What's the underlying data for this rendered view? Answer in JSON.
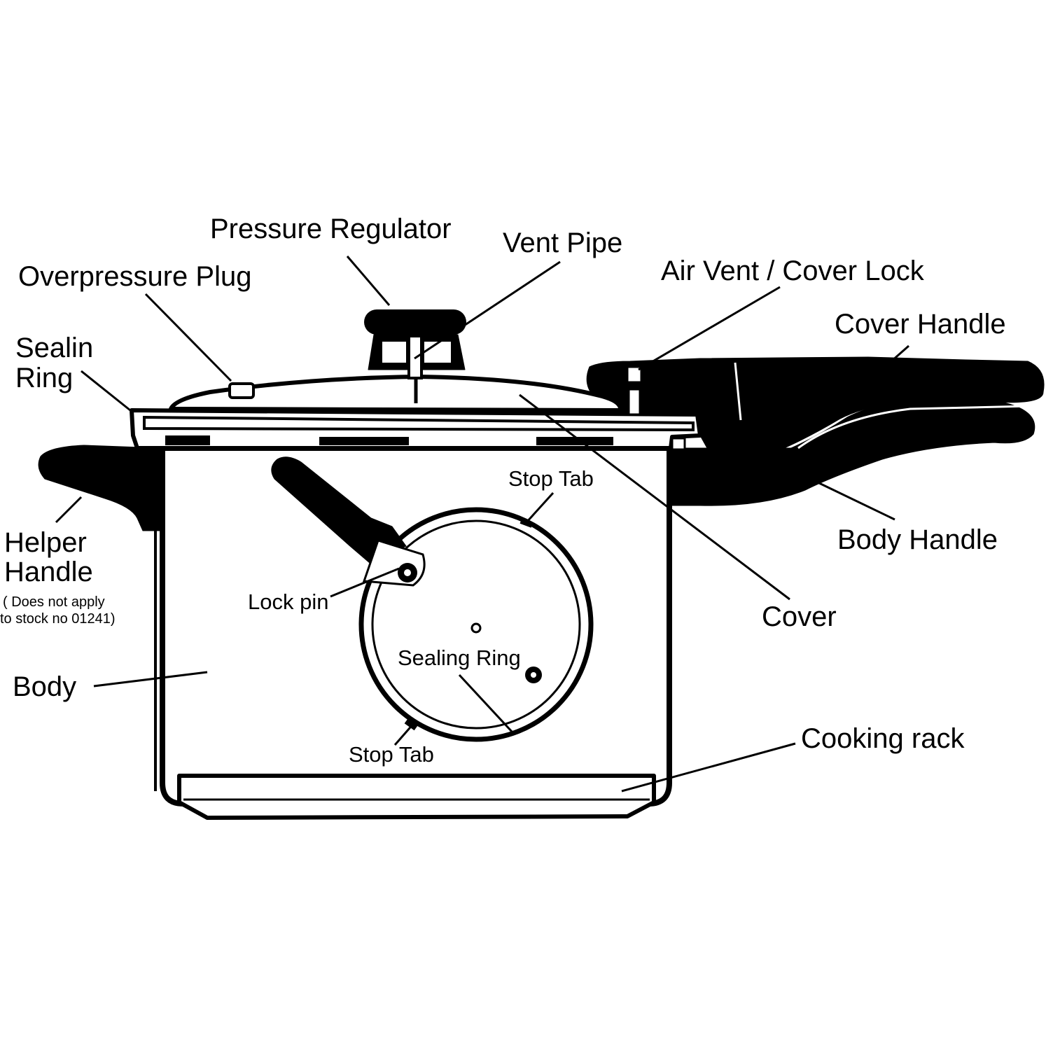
{
  "labels": {
    "pressure_regulator": "Pressure Regulator",
    "vent_pipe": "Vent Pipe",
    "overpressure_plug": "Overpressure Plug",
    "air_vent_cover_lock": "Air Vent / Cover Lock",
    "cover_handle": "Cover Handle",
    "sealing_ring_top_line1": "Sealin",
    "sealing_ring_top_line2": "Ring",
    "helper_handle_line1": "Helper",
    "helper_handle_line2": "Handle",
    "helper_note_line1": "( Does not apply",
    "helper_note_line2": "to stock no 01241)",
    "stop_tab_top": "Stop Tab",
    "lock_pin": "Lock pin",
    "sealing_ring_inner": "Sealing Ring",
    "stop_tab_bottom": "Stop Tab",
    "body": "Body",
    "body_handle": "Body Handle",
    "cover": "Cover",
    "cooking_rack": "Cooking rack"
  },
  "colors": {
    "ink": "#000000",
    "paper": "#ffffff"
  }
}
